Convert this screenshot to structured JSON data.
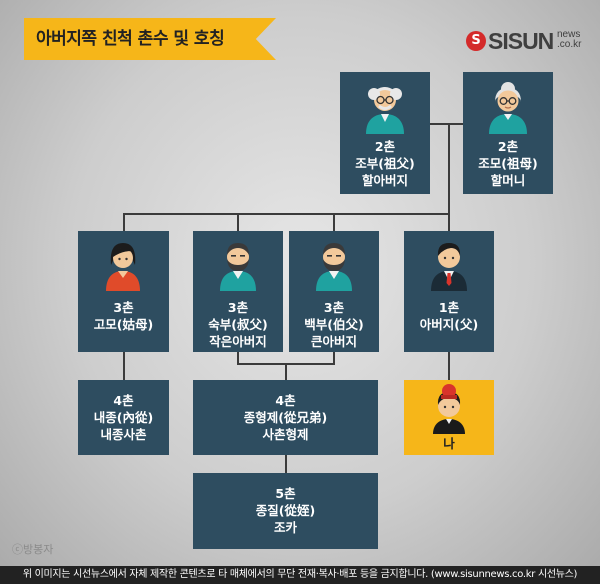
{
  "header": {
    "title": "아버지쪽 친척 촌수 및 호칭",
    "logo_text": "SISUN",
    "logo_sub_top": "news",
    "logo_sub_bottom": ".co.kr",
    "logo_mark": "S"
  },
  "nodes": {
    "grandfather": {
      "degree": "2촌",
      "relation": "조부(祖父)",
      "name": "할아버지",
      "icon": "grandfather-icon"
    },
    "grandmother": {
      "degree": "2촌",
      "relation": "조모(祖母)",
      "name": "할머니",
      "icon": "grandmother-icon"
    },
    "aunt": {
      "degree": "3촌",
      "relation": "고모(姑母)",
      "icon": "aunt-icon"
    },
    "younger_uncle": {
      "degree": "3촌",
      "relation": "숙부(叔父)",
      "name": "작은아버지",
      "icon": "uncle-icon"
    },
    "elder_uncle": {
      "degree": "3촌",
      "relation": "백부(伯父)",
      "name": "큰아버지",
      "icon": "uncle-icon"
    },
    "father": {
      "degree": "1촌",
      "relation": "아버지(父)",
      "icon": "father-icon"
    },
    "aunt_child": {
      "degree": "4촌",
      "relation": "내종(內從)",
      "name": "내종사촌"
    },
    "cousin": {
      "degree": "4촌",
      "relation": "종형제(從兄弟)",
      "name": "사촌형제"
    },
    "me": {
      "label": "나",
      "icon": "me-icon"
    },
    "nephew": {
      "degree": "5촌",
      "relation": "종질(從姪)",
      "name": "조카"
    }
  },
  "colors": {
    "box": "#2e4d60",
    "accent": "#f6b619",
    "line": "#3b3b3b"
  },
  "credit": "ⓒ방봉자",
  "footer": "위 이미지는 시선뉴스에서 자체 제작한 콘텐츠로 타 매체에서의 무단 전재·복사·배포 등을 금지합니다. (www.sisunnews.co.kr 시선뉴스)"
}
